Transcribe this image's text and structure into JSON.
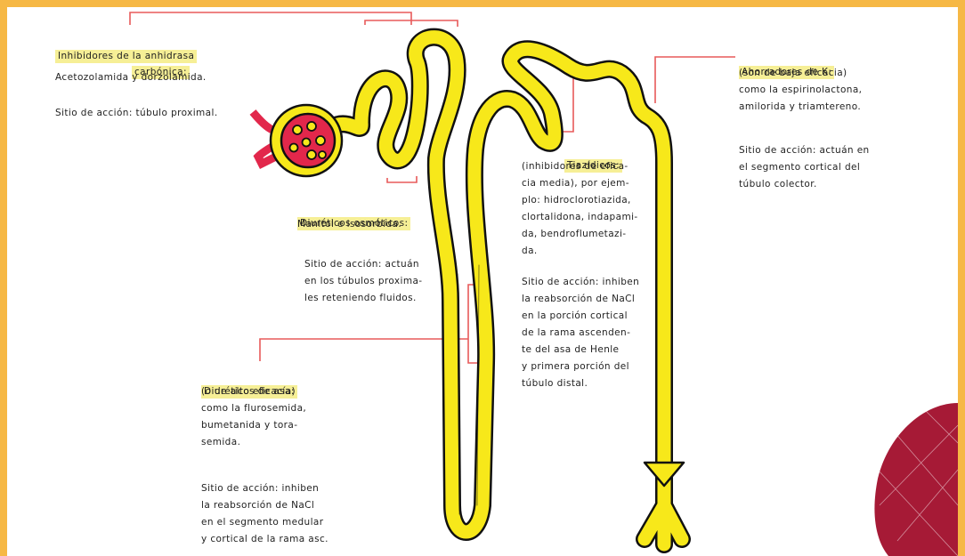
{
  "colors": {
    "page_border": "#f6b845",
    "tubule": "#f7e81a",
    "tubule_outline": "#111111",
    "glomerulus": "#e2274b",
    "bracket_line": "#e85a5a",
    "highlight": "#f6ef96",
    "decoration": "#a61a36"
  },
  "labels": {
    "carbonic": {
      "title_line1": "Inhibidores de la anhidrasa",
      "title_line2": "carbónica:",
      "drugs": "Acetozolamida y dorzolamida.",
      "site": "Sitio de acción: túbulo proximal."
    },
    "osmotic": {
      "title": "Diuréticos osmóticos:",
      "drugs": "Manitol e isosorbida.",
      "site": "Sitio de acción: actuán\nen los túbulos proxima-\nles reteniendo fluidos."
    },
    "loop": {
      "title": "Diuréticos de asa:",
      "body": "(o de alto eficacía)\ncomo la flurosemida,\nbumetanida y tora-\nsemida.",
      "site": "Sitio de acción: inhiben\nla reabsorción de NaCl\nen el segmento medular\ny cortical de la rama asc."
    },
    "thiazide": {
      "title": "Tiazídicos:",
      "body": "(inhibidores de efica-\ncia media), por ejem-\nplo: hidroclorotiazida,\nclortalidona, indapami-\nda, bendroflumetazi-\nda.",
      "site": "Sitio de acción: inhiben\nla reabsorción de NaCl\nen la porción cortical\nde la rama ascenden-\nte del asa de Henle\ny primera porción del\ntúbulo distal."
    },
    "potassium": {
      "title": "Ahorradores de K:",
      "body": "(son de baja eficacia)\ncomo la espirinolactona,\namilorida y triamtereno.",
      "site": "Sitio de acción: actuán en\nel segmento cortical del\ntúbulo colector."
    }
  }
}
